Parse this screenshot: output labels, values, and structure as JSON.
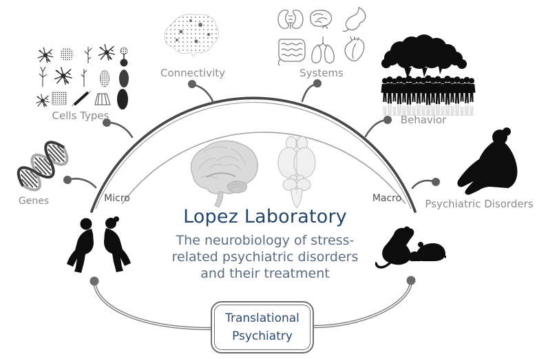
{
  "title": "Lopez Laboratory",
  "subtitle_lines": [
    "The neurobiology of stress-",
    "related psychiatric disorders",
    "and their treatment"
  ],
  "scale_labels": {
    "micro": "Micro",
    "macro": "Macro"
  },
  "nodes": {
    "genes": {
      "label": "Genes",
      "icon": "dna-icon"
    },
    "cells_types": {
      "label": "Cells Types",
      "icon": "neuron-collage-icon"
    },
    "connectivity": {
      "label": "Connectivity",
      "icon": "network-brain-icon"
    },
    "systems": {
      "label": "Systems",
      "icon": "organs-icon"
    },
    "behavior": {
      "label": "Behavior",
      "icon": "crowd-speech-bubbles-icon"
    },
    "psychiatric_disorders": {
      "label": "Psychiatric Disorders",
      "icon": "distressed-person-icon"
    }
  },
  "center_icons": {
    "left": "human-brain-icon",
    "right": "rodent-brain-icon"
  },
  "bottom": {
    "left_icon": "distressed-couple-icon",
    "right_icon": "rats-icon",
    "box_lines": [
      "Translational",
      "Psychiatry"
    ]
  },
  "colors": {
    "title_navy": "#23456b",
    "subtitle_slate": "#5d6c80",
    "node_label_gray": "#8a8a8a",
    "scale_label_gray": "#4f4f4f",
    "arc_dark": "#474747",
    "arc_light": "#a0a0a0",
    "connector_gray": "#7a7a7a",
    "dot_gray": "#5f5f5f",
    "silhouette_black": "#0d0d0d",
    "box_border_gray": "#6e6e6e"
  }
}
